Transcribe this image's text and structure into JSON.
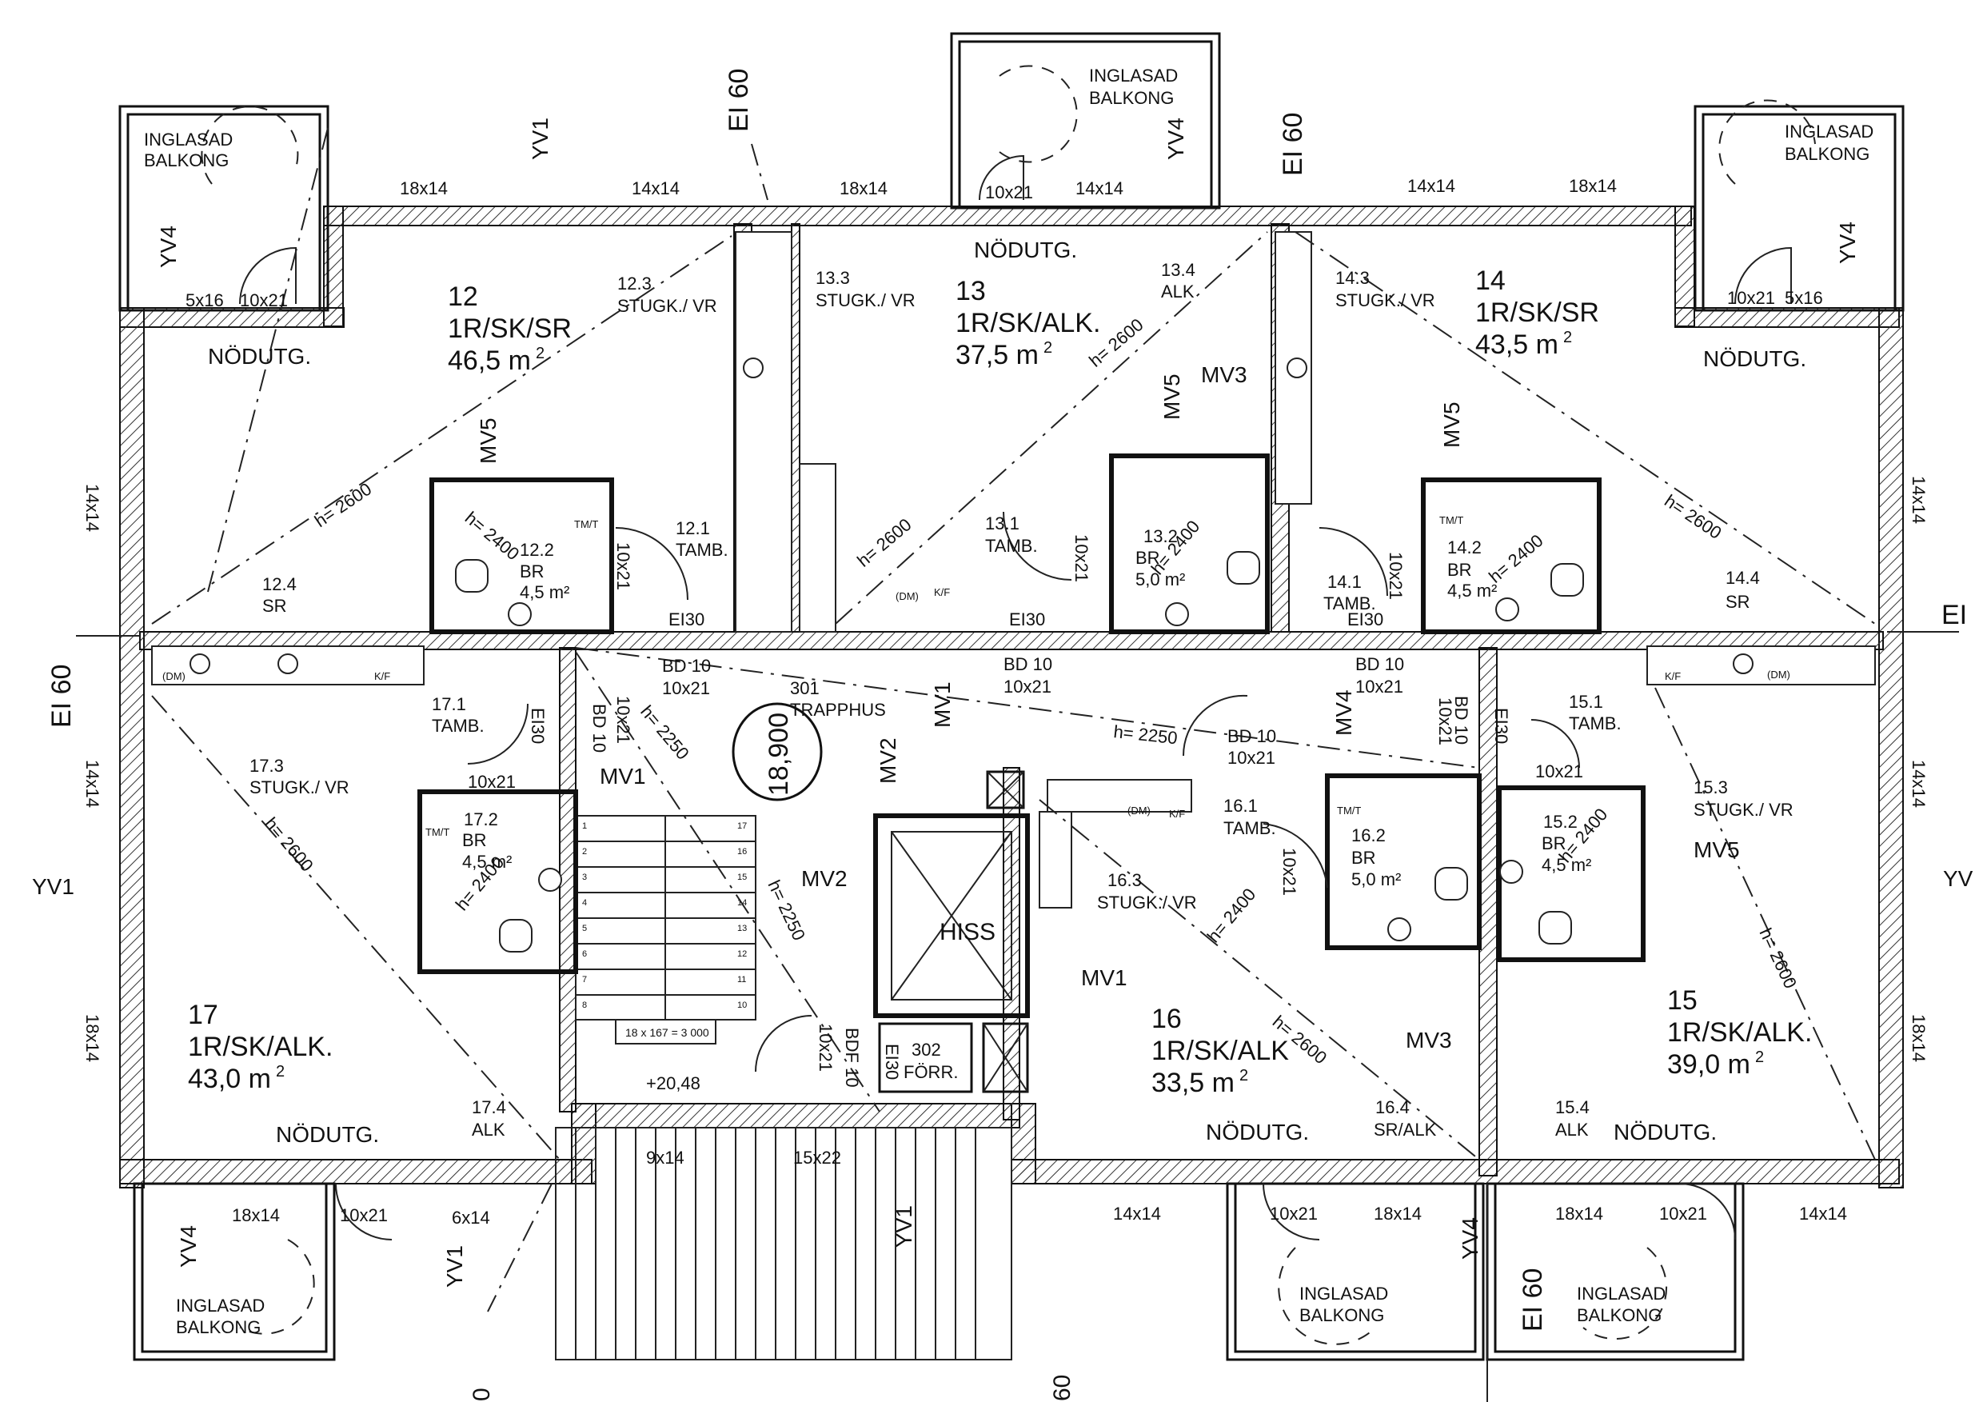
{
  "apartments": [
    {
      "id": "apt-12",
      "number": "12",
      "type": "1R/SK/SR",
      "area": "46,5 m",
      "sup": "2"
    },
    {
      "id": "apt-13",
      "number": "13",
      "type": "1R/SK/ALK.",
      "area": "37,5 m",
      "sup": "2"
    },
    {
      "id": "apt-14",
      "number": "14",
      "type": "1R/SK/SR",
      "area": "43,5 m",
      "sup": "2"
    },
    {
      "id": "apt-17",
      "number": "17",
      "type": "1R/SK/ALK.",
      "area": "43,0 m",
      "sup": "2"
    },
    {
      "id": "apt-16",
      "number": "16",
      "type": "1R/SK/ALK",
      "area": "33,5 m",
      "sup": "2"
    },
    {
      "id": "apt-15",
      "number": "15",
      "type": "1R/SK/ALK.",
      "area": "39,0 m",
      "sup": "2"
    }
  ],
  "rooms": [
    {
      "id": "r-12-3",
      "line1": "12.3",
      "line2": "STUGK./ VR"
    },
    {
      "id": "r-13-3",
      "line1": "13.3",
      "line2": "STUGK./ VR"
    },
    {
      "id": "r-13-4",
      "line1": "13.4",
      "line2": "ALK"
    },
    {
      "id": "r-14-3",
      "line1": "14.3",
      "line2": "STUGK./ VR"
    },
    {
      "id": "r-12-4",
      "line1": "12.4",
      "line2": "SR"
    },
    {
      "id": "r-14-4",
      "line1": "14.4",
      "line2": "SR"
    },
    {
      "id": "r-12-2",
      "line1": "12.2",
      "line2": "BR",
      "line3": "4,5 m²"
    },
    {
      "id": "r-12-1",
      "line1": "12.1",
      "line2": "TAMB."
    },
    {
      "id": "r-13-1",
      "line1": "13.1",
      "line2": "TAMB."
    },
    {
      "id": "r-13-2",
      "line1": "13.2",
      "line2": "BR",
      "line3": "5,0 m²"
    },
    {
      "id": "r-14-1",
      "line1": "14.1",
      "line2": "TAMB."
    },
    {
      "id": "r-14-2",
      "line1": "14.2",
      "line2": "BR",
      "line3": "4,5 m²"
    },
    {
      "id": "r-17-1",
      "line1": "17.1",
      "line2": "TAMB."
    },
    {
      "id": "r-17-3",
      "line1": "17.3",
      "line2": "STUGK./ VR"
    },
    {
      "id": "r-17-2",
      "line1": "17.2",
      "line2": "BR",
      "line3": "4,5 m²"
    },
    {
      "id": "r-17-4",
      "line1": "17.4",
      "line2": "ALK"
    },
    {
      "id": "r-301",
      "line1": "301",
      "line2": "TRAPPHUS"
    },
    {
      "id": "r-16-1",
      "line1": "16.1",
      "line2": "TAMB."
    },
    {
      "id": "r-16-2",
      "line1": "16.2",
      "line2": "BR",
      "line3": "5,0 m²"
    },
    {
      "id": "r-16-3",
      "line1": "16.3",
      "line2": "STUGK./ VR"
    },
    {
      "id": "r-16-4",
      "line1": "16.4",
      "line2": "SR/ALK"
    },
    {
      "id": "r-15-1",
      "line1": "15.1",
      "line2": "TAMB."
    },
    {
      "id": "r-15-2",
      "line1": "15.2",
      "line2": "BR",
      "line3": "4,5 m²"
    },
    {
      "id": "r-15-3",
      "line1": "15.3",
      "line2": "STUGK./ VR"
    },
    {
      "id": "r-15-4",
      "line1": "15.4",
      "line2": "ALK"
    },
    {
      "id": "r-302",
      "line1": "302",
      "line2": "FÖRR."
    }
  ],
  "balconies": {
    "line1": "INGLASAD",
    "line2": "BALKONG"
  },
  "emergency_exit": "NÖDUTG.",
  "elevator": "HISS",
  "level_mark": "18,900",
  "floor_level": "+20,48",
  "stair_note": "18 x 167 = 3 000",
  "fire_class": "EI 60",
  "fire_class_short": "EI",
  "ei30": "EI30",
  "bd10": "BD 10",
  "bdf10": "BDF 10",
  "heights": {
    "h2600": "h= 2600",
    "h2400": "h= 2400",
    "h2250": "h= 2250"
  },
  "vents": {
    "mv1": "MV1",
    "mv2": "MV2",
    "mv3": "MV3",
    "mv4": "MV4",
    "mv5": "MV5"
  },
  "walls": {
    "yv1": "YV1",
    "yv4": "YV4",
    "yv": "YV"
  },
  "windows": {
    "w18": "18x14",
    "w14": "14x14",
    "w15": "15x22",
    "w9": "9x14",
    "w6": "6x14",
    "w5": "5x16",
    "d10": "10x21"
  },
  "fixtures": {
    "kf": "K/F",
    "dm": "(DM)",
    "tmt": "TM/T"
  },
  "stair_steps_left": [
    "1",
    "2",
    "3",
    "4",
    "5",
    "6",
    "7",
    "8"
  ],
  "stair_steps_right": [
    "17",
    "16",
    "15",
    "14",
    "13",
    "12",
    "11",
    "10"
  ],
  "edge_marks": {
    "bottom_left": "0",
    "bottom_mid": "60"
  }
}
